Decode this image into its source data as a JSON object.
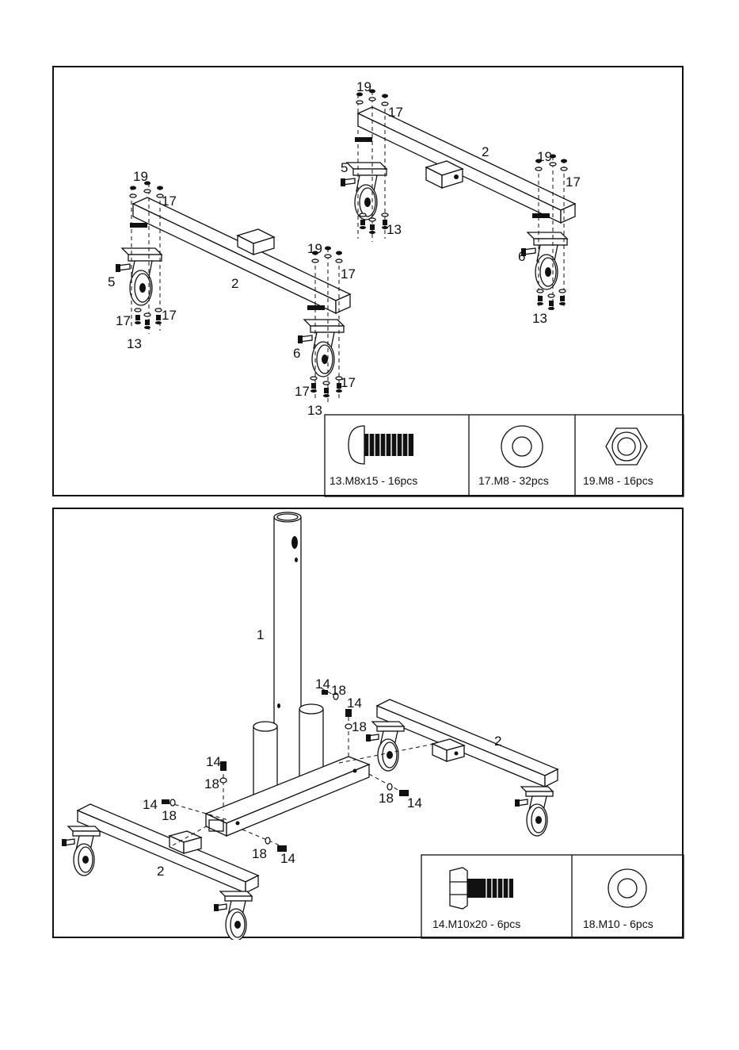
{
  "top_panel": {
    "callouts": {
      "n19": "19",
      "n17": "17",
      "n2": "2",
      "n5": "5",
      "n6": "6",
      "n13": "13"
    },
    "parts": [
      {
        "key": "bolt_13",
        "label": "13.M8x15 - 16pcs",
        "icon": "carriage-bolt-icon"
      },
      {
        "key": "washer_17",
        "label": "17.M8 - 32pcs",
        "icon": "washer-icon"
      },
      {
        "key": "nut_19",
        "label": "19.M8  - 16pcs",
        "icon": "hex-nut-icon"
      }
    ]
  },
  "bottom_panel": {
    "callouts": {
      "n1": "1",
      "n2": "2",
      "n14": "14",
      "n18": "18"
    },
    "parts": [
      {
        "key": "bolt_14",
        "label": "14.M10x20 - 6pcs",
        "icon": "hex-bolt-icon"
      },
      {
        "key": "washer_18",
        "label": "18.M10 - 6pcs",
        "icon": "washer-icon"
      }
    ]
  }
}
